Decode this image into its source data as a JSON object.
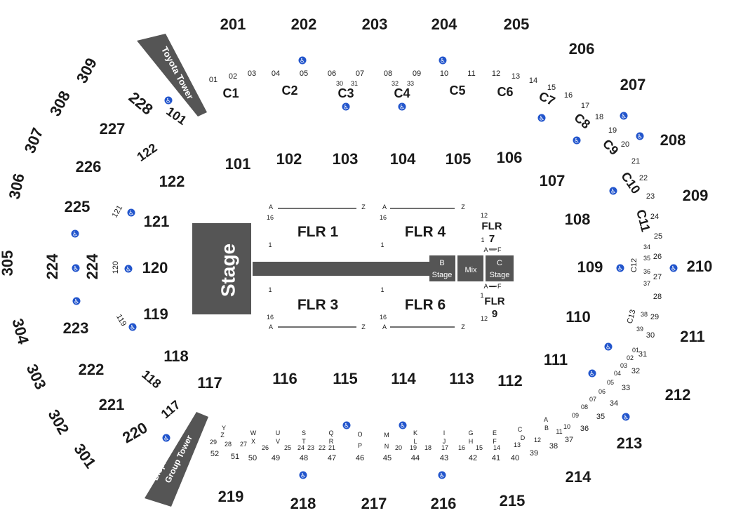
{
  "colors": {
    "block": "#555555",
    "text": "#1a1a1a",
    "accessible": "#2255cc"
  },
  "stage": {
    "label": "Stage"
  },
  "b_stage": {
    "line1": "B",
    "line2": "Stage"
  },
  "mix": {
    "label": "Mix"
  },
  "c_stage": {
    "line1": "C",
    "line2": "Stage"
  },
  "towers": {
    "toyota": "Toyota Tower",
    "dispatch_1": "Dispatch Media",
    "dispatch_2": "Group Tower"
  },
  "floor": {
    "flr1": "FLR 1",
    "flr4": "FLR 4",
    "flr3": "FLR 3",
    "flr6": "FLR 6",
    "flr7_a": "FLR",
    "flr7_b": "7",
    "flr9_a": "FLR",
    "flr9_b": "9",
    "row_a": "A",
    "row_z": "Z",
    "seat_1": "1",
    "seat_12": "12",
    "seat_16": "16",
    "af": "A — F"
  },
  "sections_300": [
    "309",
    "308",
    "307",
    "306",
    "305",
    "304",
    "303",
    "302",
    "301"
  ],
  "sections_200": [
    "201",
    "202",
    "203",
    "204",
    "205",
    "206",
    "207",
    "208",
    "209",
    "210",
    "211",
    "212",
    "213",
    "214",
    "215",
    "216",
    "217",
    "218",
    "219",
    "220",
    "221",
    "222",
    "223",
    "224",
    "225",
    "226",
    "227",
    "228",
    "224"
  ],
  "sections_100": [
    "101",
    "102",
    "103",
    "104",
    "105",
    "106",
    "107",
    "108",
    "109",
    "110",
    "111",
    "112",
    "113",
    "114",
    "115",
    "116",
    "117",
    "118",
    "119",
    "120",
    "121",
    "122",
    "101",
    "122",
    "121",
    "120",
    "119",
    "118",
    "117"
  ],
  "club_boxes": [
    "C1",
    "C2",
    "C3",
    "C4",
    "C5",
    "C6",
    "C7",
    "C8",
    "C9",
    "C10",
    "C11",
    "C12",
    "C13"
  ],
  "suites_top": [
    "01",
    "02",
    "03",
    "04",
    "05",
    "06",
    "07",
    "08",
    "09",
    "10",
    "11",
    "12",
    "13",
    "14",
    "15",
    "16",
    "17",
    "18",
    "19",
    "20",
    "21",
    "22",
    "23",
    "24",
    "25",
    "26",
    "27",
    "28",
    "29",
    "30",
    "31",
    "32",
    "33",
    "34",
    "35",
    "36",
    "37",
    "38",
    "39",
    "40",
    "41",
    "42",
    "43",
    "44",
    "45",
    "46",
    "47",
    "48",
    "49",
    "50",
    "51",
    "52",
    "30",
    "31",
    "32",
    "33",
    "34",
    "35",
    "36",
    "37",
    "38",
    "39",
    "01",
    "02",
    "03",
    "04",
    "05",
    "06",
    "07",
    "08",
    "09",
    "10",
    "11",
    "12",
    "13",
    "14",
    "15",
    "16",
    "17",
    "18",
    "19",
    "20",
    "21",
    "22",
    "23",
    "24",
    "25",
    "26",
    "27",
    "28",
    "29"
  ],
  "suite_rows": [
    "Y",
    "Z",
    "W",
    "X",
    "U",
    "V",
    "S",
    "T",
    "Q",
    "R",
    "O",
    "P",
    "M",
    "N",
    "K",
    "L",
    "I",
    "J",
    "G",
    "H",
    "E",
    "F",
    "C",
    "D",
    "A",
    "B"
  ],
  "icon": {
    "name": "accessible-icon"
  }
}
